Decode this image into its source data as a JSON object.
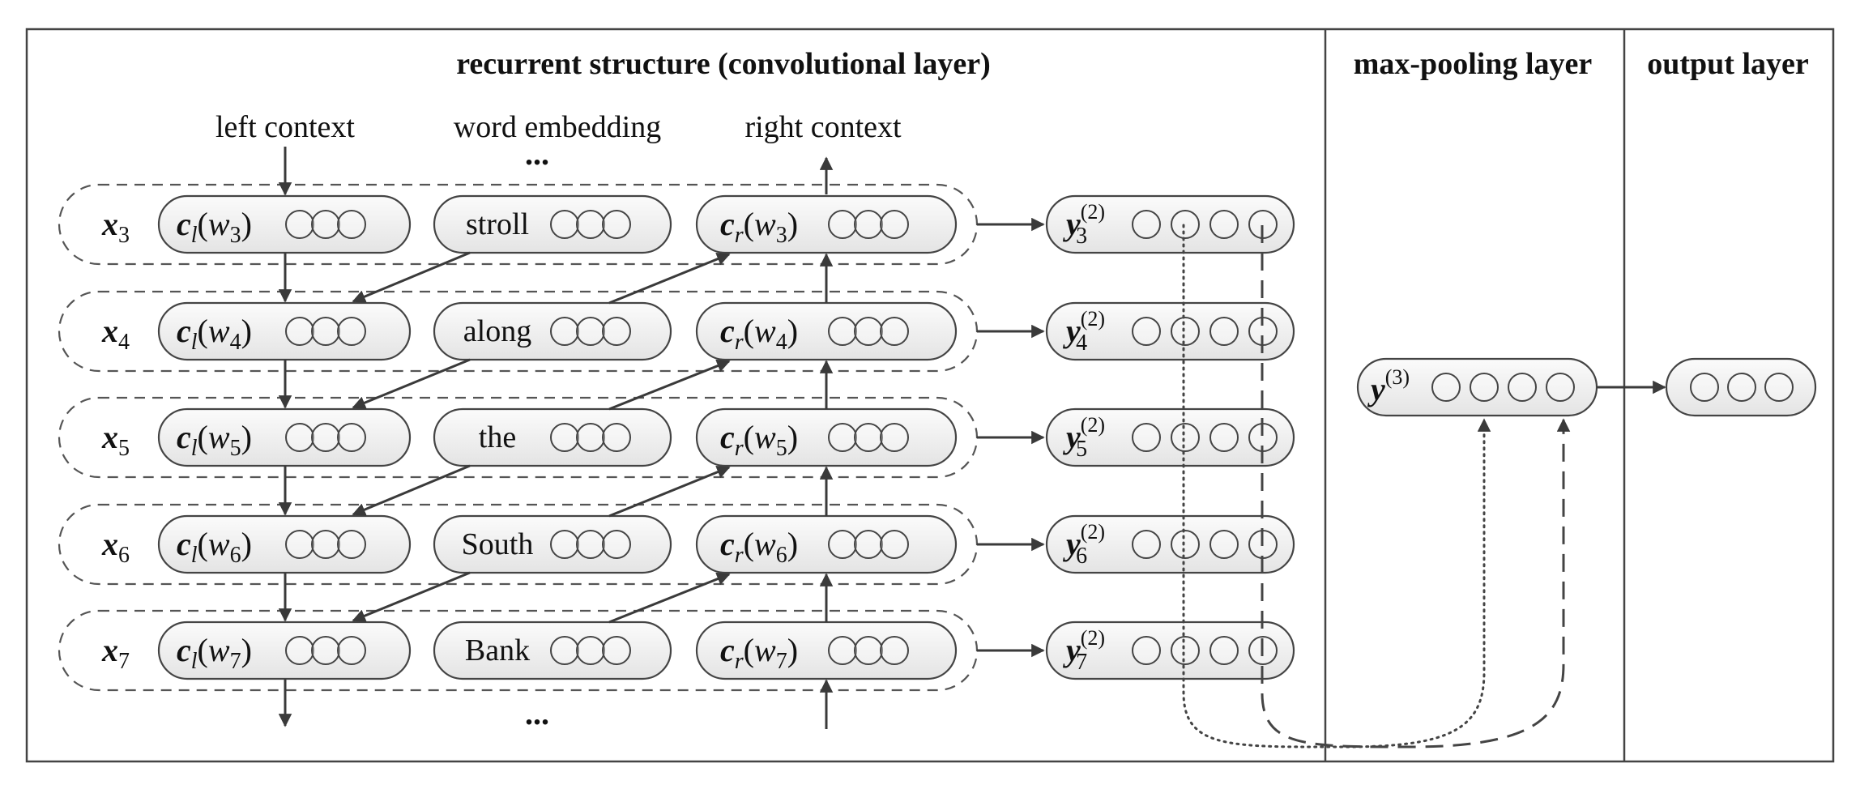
{
  "headings": {
    "recurrent": "recurrent structure (convolutional layer)",
    "maxpool": "max-pooling layer",
    "output": "output layer"
  },
  "columns": {
    "left_context": "left context",
    "word_embedding": "word embedding",
    "right_context": "right context",
    "ellipsis": "..."
  },
  "rows": [
    {
      "x_base": "x",
      "x_sub": "3",
      "cl_base": "c",
      "cl_sub": "l",
      "cr_sub": "r",
      "w": "w",
      "w_sub": "3",
      "word": "stroll",
      "y_base": "y",
      "y_sup": "(2)",
      "y_sub": "3"
    },
    {
      "x_base": "x",
      "x_sub": "4",
      "cl_base": "c",
      "cl_sub": "l",
      "cr_sub": "r",
      "w": "w",
      "w_sub": "4",
      "word": "along",
      "y_base": "y",
      "y_sup": "(2)",
      "y_sub": "4"
    },
    {
      "x_base": "x",
      "x_sub": "5",
      "cl_base": "c",
      "cl_sub": "l",
      "cr_sub": "r",
      "w": "w",
      "w_sub": "5",
      "word": "the",
      "y_base": "y",
      "y_sup": "(2)",
      "y_sub": "5"
    },
    {
      "x_base": "x",
      "x_sub": "6",
      "cl_base": "c",
      "cl_sub": "l",
      "cr_sub": "r",
      "w": "w",
      "w_sub": "6",
      "word": "South",
      "y_base": "y",
      "y_sup": "(2)",
      "y_sub": "6"
    },
    {
      "x_base": "x",
      "x_sub": "7",
      "cl_base": "c",
      "cl_sub": "l",
      "cr_sub": "r",
      "w": "w",
      "w_sub": "7",
      "word": "Bank",
      "y_base": "y",
      "y_sup": "(2)",
      "y_sub": "7"
    }
  ],
  "pooled": {
    "base": "y",
    "sup": "(3)"
  },
  "colors": {
    "stroke": "#444444",
    "pill_fill_top": "#fafafa",
    "pill_fill_bottom": "#e6e6e6"
  }
}
